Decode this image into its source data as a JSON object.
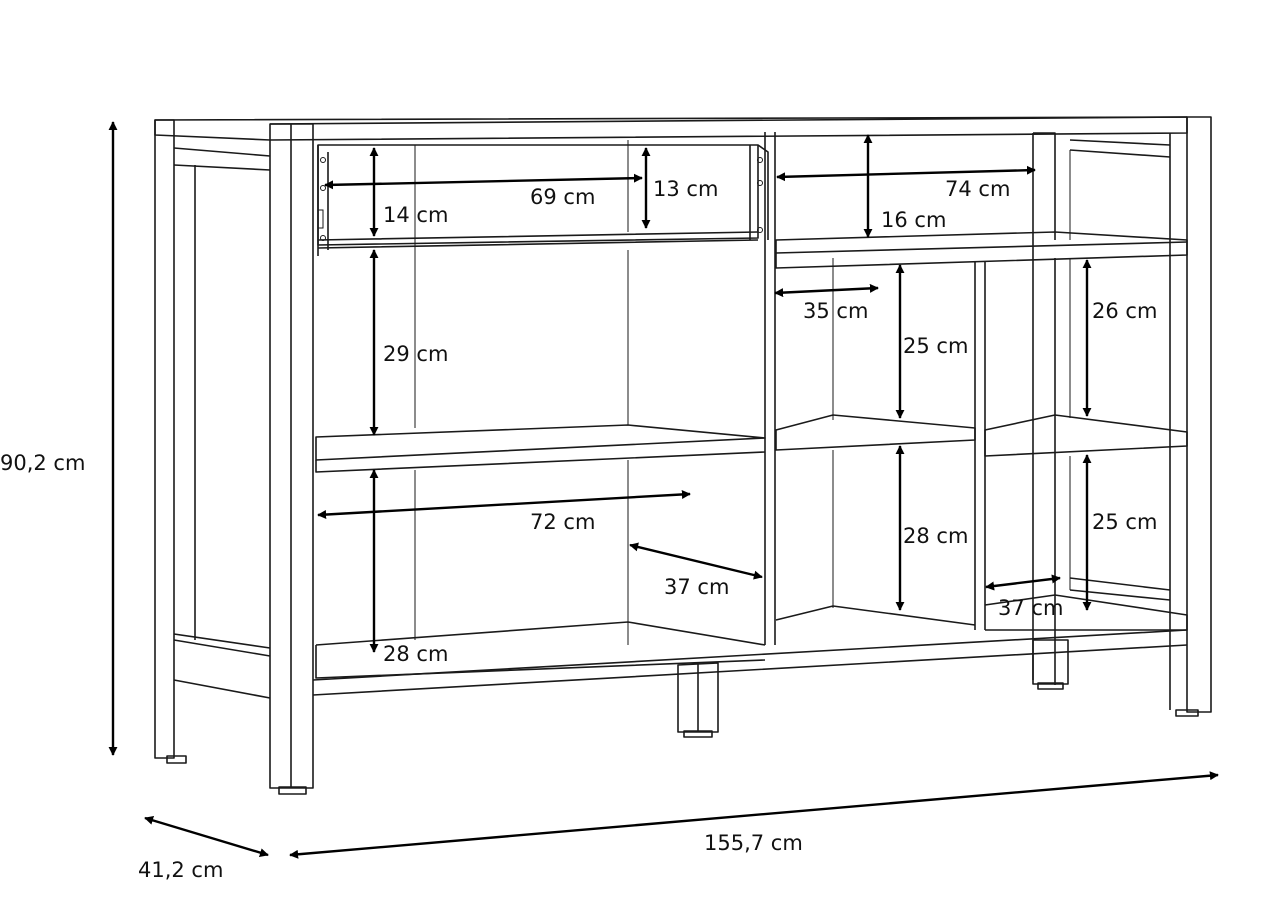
{
  "colors": {
    "line": "#1a1a1a",
    "arrow": "#000000",
    "background": "#ffffff"
  },
  "dimensions": {
    "overall_height": "90,2 cm",
    "overall_width": "155,7 cm",
    "overall_depth": "41,2 cm",
    "drawer_width": "69 cm",
    "drawer_height_inner": "13 cm",
    "drawer_height": "14 cm",
    "left_mid_height": "29 cm",
    "left_bottom_width": "72 cm",
    "left_bottom_depth": "37 cm",
    "left_bottom_height": "28 cm",
    "top_right_width": "74 cm",
    "top_right_height": "16 cm",
    "mid_cubby_width": "35 cm",
    "mid_cubby_height": "25 cm",
    "right_cubby_height": "26 cm",
    "mid_lower_height": "28 cm",
    "right_lower_height": "25 cm",
    "right_lower_depth": "37 cm"
  }
}
